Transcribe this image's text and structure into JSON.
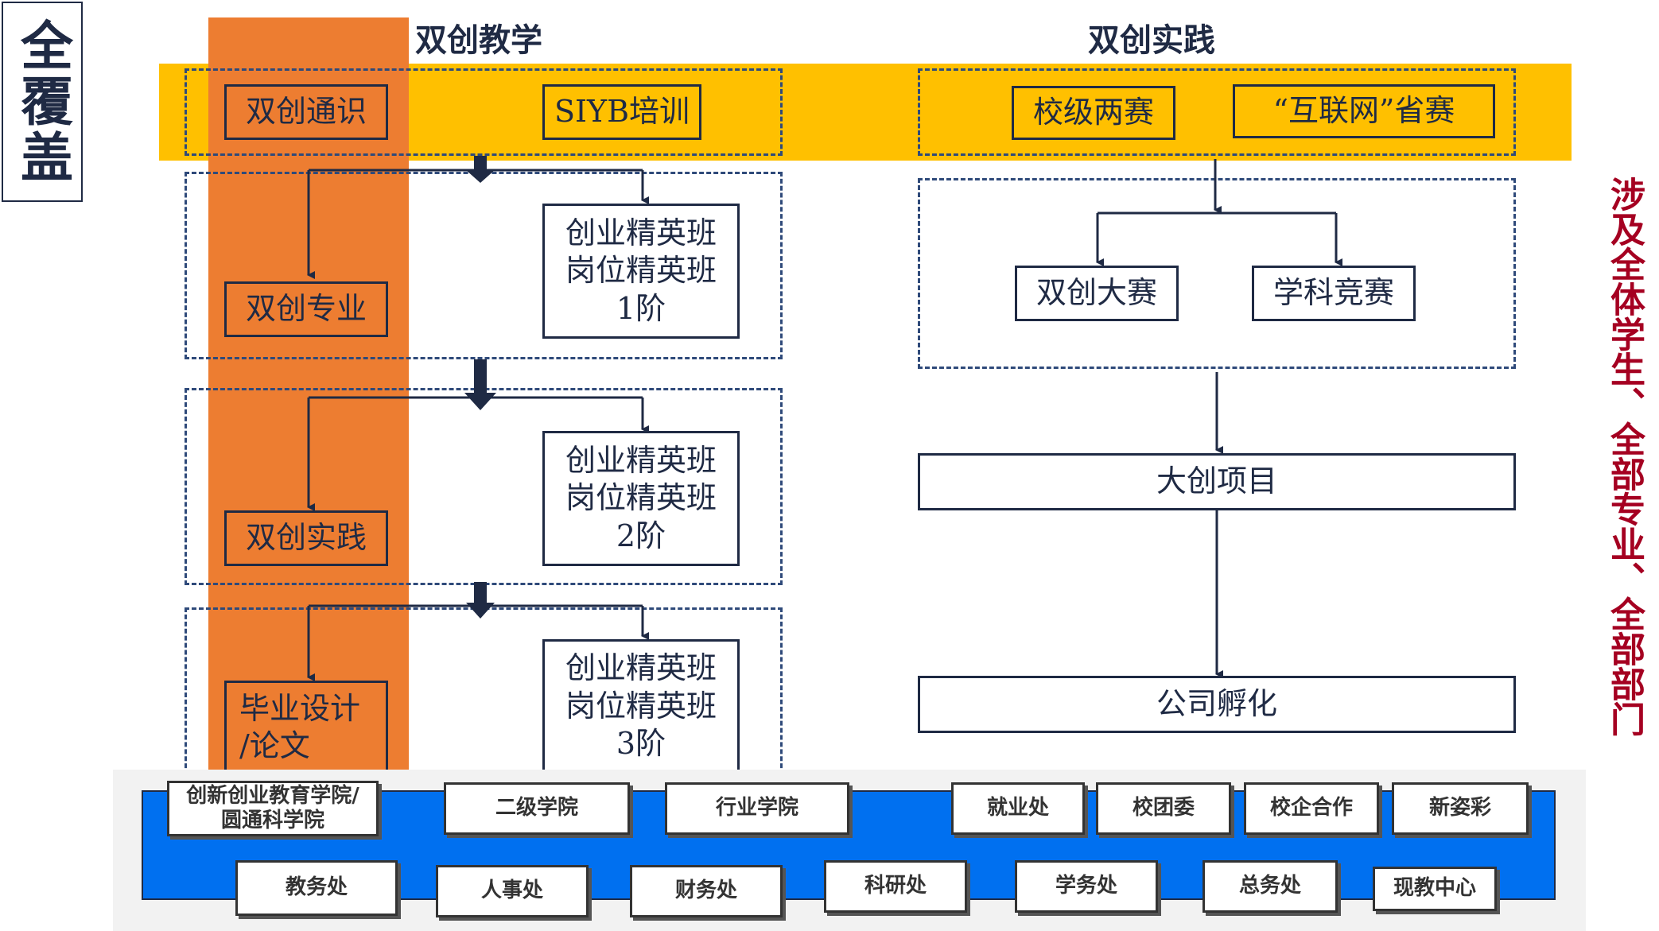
{
  "left_label": "全覆盖",
  "right_label": "涉及全体学生、全部专业、全部部门",
  "headers": {
    "teaching": "双创教学",
    "practice": "双创实践"
  },
  "teaching": {
    "general": "双创通识",
    "siyb": "SIYB培训",
    "major": "双创专业",
    "practice": "双创实践",
    "thesis": "毕业设计\n/论文",
    "elite_1": "创业精英班\n岗位精英班\n1阶",
    "elite_2": "创业精英班\n岗位精英班\n2阶",
    "elite_3": "创业精英班\n岗位精英班\n3阶"
  },
  "practice": {
    "school_contests": "校级两赛",
    "internet_plus": "“互联网”省赛",
    "innovation_contest": "双创大赛",
    "subject_contest": "学科竞赛",
    "big_project": "大创项目",
    "incubation": "公司孵化"
  },
  "departments": {
    "row1": [
      "创新创业教育学院/\n圆通科学院",
      "二级学院",
      "行业学院",
      "就业处",
      "校团委",
      "校企合作",
      "新姿彩"
    ],
    "row2": [
      "教务处",
      "人事处",
      "财务处",
      "科研处",
      "学务处",
      "总务处",
      "现教中心"
    ]
  },
  "colors": {
    "orange": "#ED7D31",
    "yellow": "#FFC000",
    "blue": "#0070F0",
    "navy": "#1F2A44",
    "dark_red": "#A50021"
  }
}
